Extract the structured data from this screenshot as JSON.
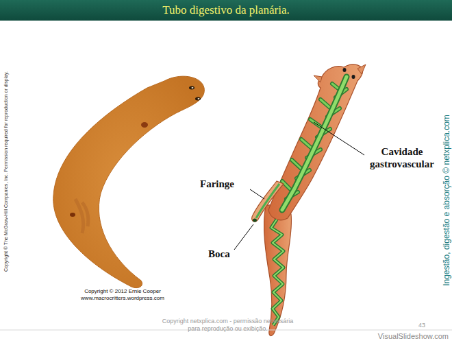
{
  "diagram": {
    "title": "Tubo digestivo da planária.",
    "labels": [
      "Copyright © The McGraw-Hill Companies, Inc. Permission required for reproduction or display.",
      "Cavidade gastrovascular",
      "Faringe",
      "Boca",
      "Copyright © 2012 Ernie Cooper www.macrocritters.wordpress.com",
      "Copyright netxplica.com - permissão necessária para reprodução ou exibição.",
      "43",
      "Ingestão, digestão e absorção © netxplica.com",
      "VisualSlideshow.com"
    ]
  }
}
